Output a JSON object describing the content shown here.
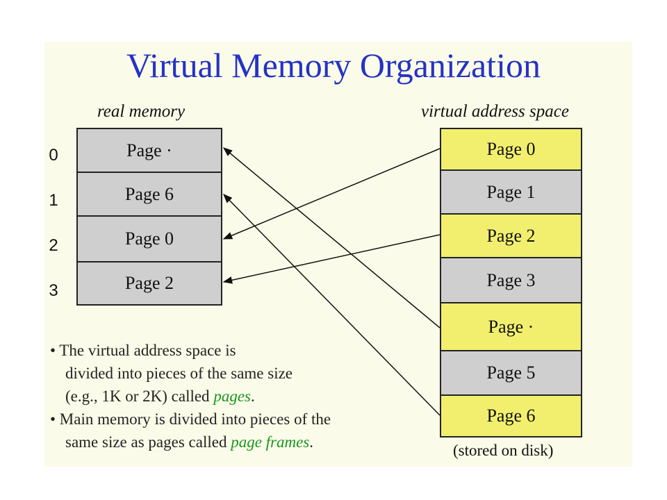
{
  "title": "Virtual Memory Organization",
  "real_memory": {
    "caption": "real memory",
    "rows": [
      {
        "index": "0",
        "label": "Page ·"
      },
      {
        "index": "1",
        "label": "Page 6"
      },
      {
        "index": "2",
        "label": "Page 0"
      },
      {
        "index": "3",
        "label": "Page 2"
      }
    ]
  },
  "virtual_space": {
    "caption": "virtual address space",
    "pages": [
      {
        "label": "Page 0",
        "color": "#f2ef6e"
      },
      {
        "label": "Page 1",
        "color": "#cfcfcf"
      },
      {
        "label": "Page 2",
        "color": "#f2ef6e"
      },
      {
        "label": "Page 3",
        "color": "#cfcfcf"
      },
      {
        "label": "Page ·",
        "color": "#f2ef6e"
      },
      {
        "label": "Page 5",
        "color": "#cfcfcf"
      },
      {
        "label": "Page 6",
        "color": "#f2ef6e"
      }
    ],
    "footer": "(stored on disk)"
  },
  "notes": {
    "b1_l1": "• The virtual address space is",
    "b1_l2": "divided into pieces of the same size",
    "b1_l3_pre": "(e.g., 1K or 2K) called ",
    "b1_l3_hl": "pages",
    "b1_l3_post": ".",
    "b2_l1": "• Main memory is divided into pieces of the",
    "b2_l2_pre": "same size as pages called ",
    "b2_l2_hl": "page frames",
    "b2_l2_post": "."
  },
  "colors": {
    "title": "#2433c4",
    "background": "#fbfbe9",
    "mapped_page": "#f2ef6e",
    "unmapped_page": "#cfcfcf",
    "highlight_text": "#19961f"
  }
}
